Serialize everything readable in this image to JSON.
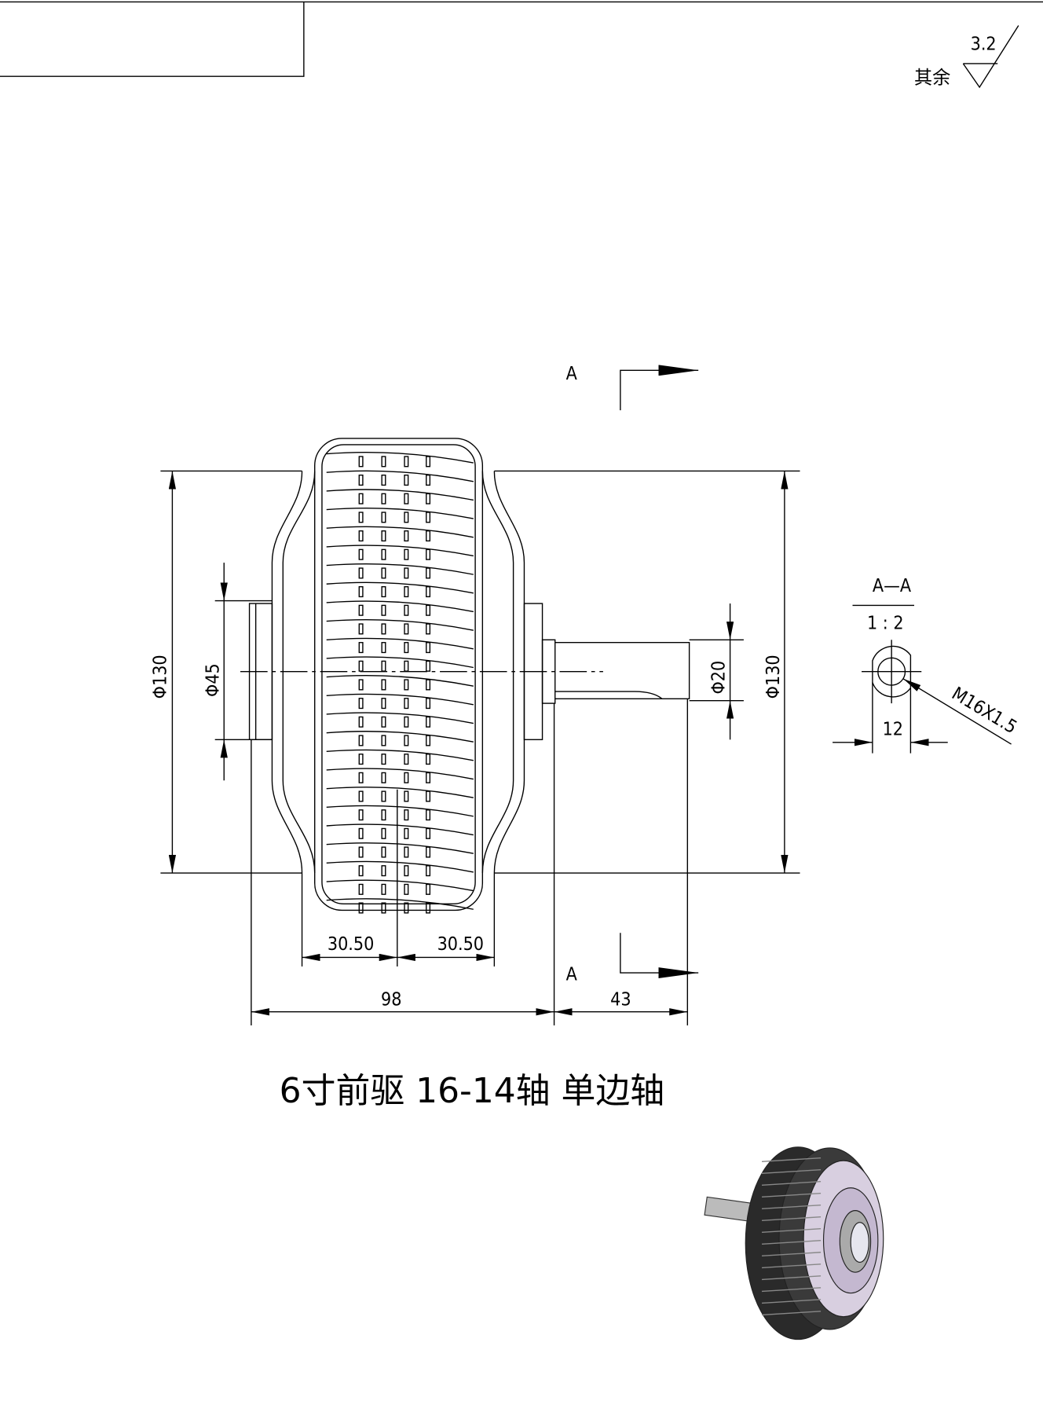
{
  "title_block": {
    "label": ""
  },
  "surface_finish": {
    "prefix": "其余",
    "value": "3.2"
  },
  "section_marks": {
    "top": "A",
    "bottom": "A"
  },
  "dimensions": {
    "left_outer_dia": "Φ130",
    "hub_dia": "Φ45",
    "shaft_dia": "Φ20",
    "right_outer_dia": "Φ130",
    "half_width_left": "30.50",
    "half_width_right": "30.50",
    "overall_width": "98",
    "shaft_length": "43"
  },
  "section_view": {
    "title": "A—A",
    "scale": "1 : 2",
    "flat_width": "12",
    "thread": "M16X1.5"
  },
  "caption": "6寸前驱 16-14轴  单边轴"
}
